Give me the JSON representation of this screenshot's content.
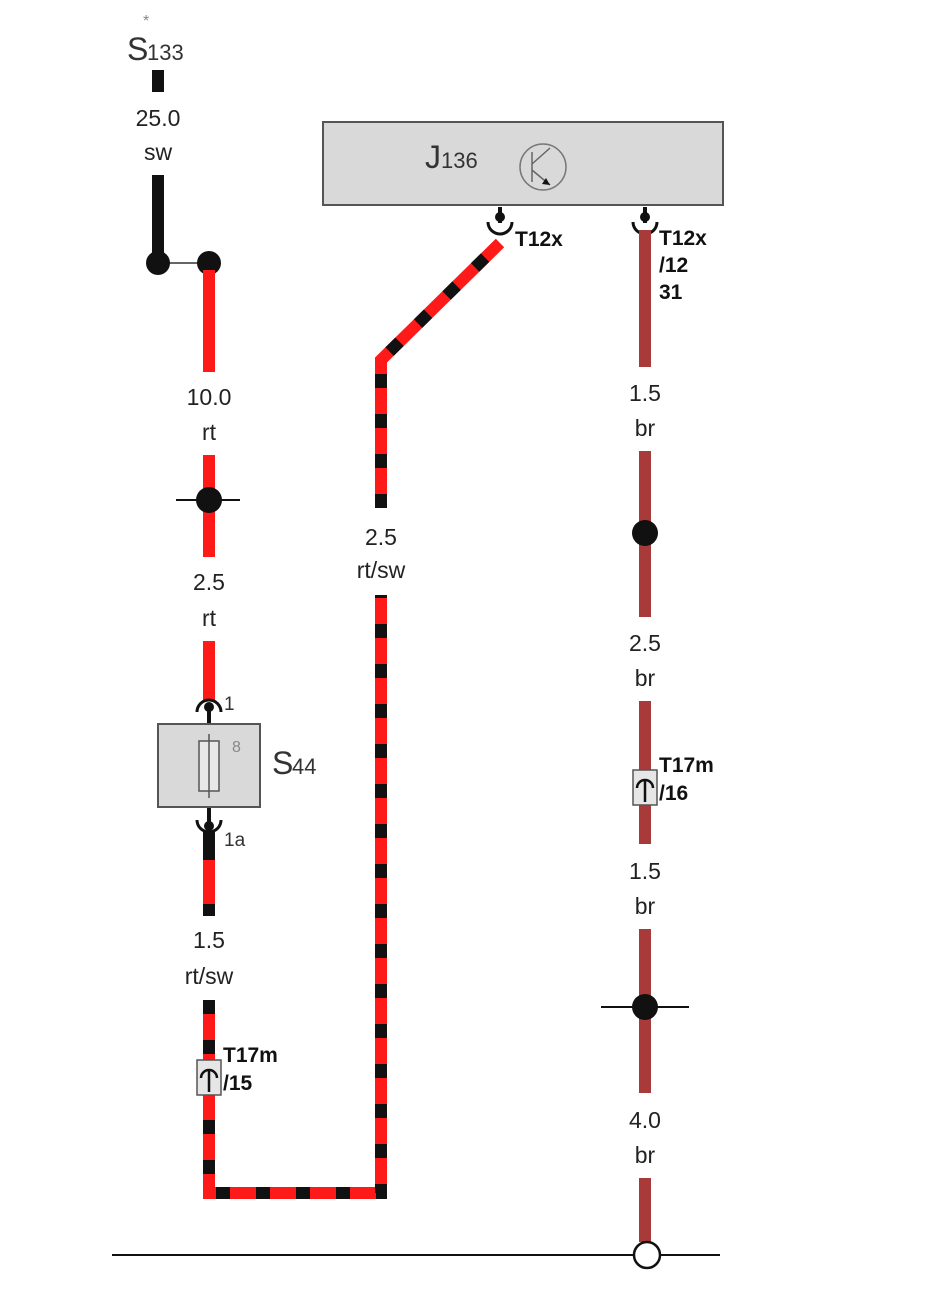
{
  "components": {
    "battery_ref": {
      "letter": "S",
      "number": "133",
      "mark": "*"
    },
    "control_unit": {
      "letter": "J",
      "number": "136"
    },
    "fuse": {
      "letter": "S",
      "number": "44",
      "slot": "8",
      "pin_in": "1",
      "pin_out": "1a"
    }
  },
  "connectors": {
    "t12x_left": "T12x",
    "t12x_right": {
      "name": "T12x",
      "pin": "/12",
      "terminal": "31"
    },
    "t17m_left": {
      "name": "T17m",
      "pin": "/15"
    },
    "t17m_right": {
      "name": "T17m",
      "pin": "/16"
    }
  },
  "wires": {
    "w_s133": {
      "size": "25.0",
      "color": "sw"
    },
    "w_rt_upper": {
      "size": "10.0",
      "color": "rt"
    },
    "w_rt_lower": {
      "size": "2.5",
      "color": "rt"
    },
    "w_rtsw_fuse": {
      "size": "1.5",
      "color": "rt/sw"
    },
    "w_rtsw_main": {
      "size": "2.5",
      "color": "rt/sw"
    },
    "w_br_1": {
      "size": "1.5",
      "color": "br"
    },
    "w_br_2": {
      "size": "2.5",
      "color": "br"
    },
    "w_br_3": {
      "size": "1.5",
      "color": "br"
    },
    "w_br_4": {
      "size": "4.0",
      "color": "br"
    }
  },
  "wire_colors": {
    "black": "#111111",
    "red": "#ff1a1a",
    "brown": "#a83a3a",
    "box_fill": "#d9d9d9",
    "box_stroke": "#555555"
  }
}
